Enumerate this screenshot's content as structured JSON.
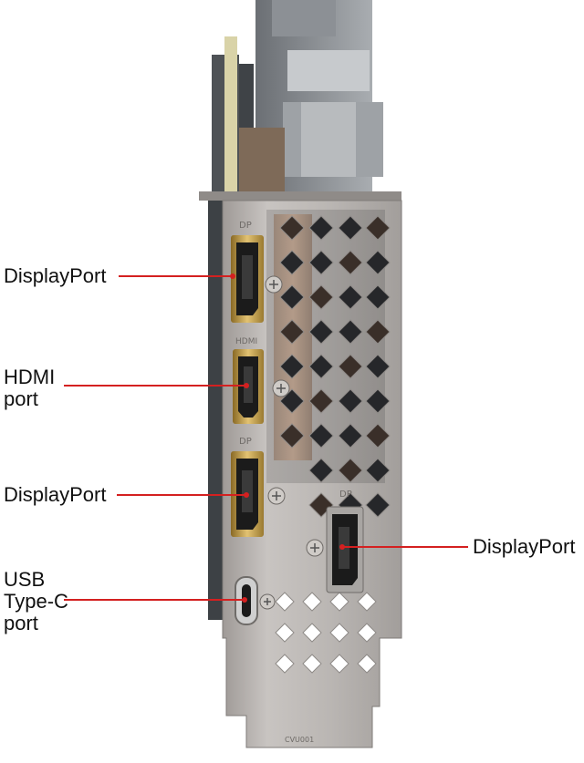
{
  "callouts": [
    {
      "id": "dp1",
      "lines": [
        "DisplayPort"
      ]
    },
    {
      "id": "hdmi",
      "lines": [
        "HDMI",
        "port"
      ]
    },
    {
      "id": "dp2",
      "lines": [
        "DisplayPort"
      ]
    },
    {
      "id": "usbc",
      "lines": [
        "USB",
        "Type-C",
        "port"
      ]
    },
    {
      "id": "dp3",
      "lines": [
        "DisplayPort"
      ]
    }
  ],
  "bracket_markings": {
    "dp_top": "DP",
    "hdmi": "HDMI",
    "dp_mid": "DP",
    "dp_right": "DP",
    "bracket_code": "CVU001"
  },
  "colors": {
    "leader_line": "#d42020",
    "label_text": "#111111",
    "bracket_metal": "#b9b5b2",
    "gold_port": "#c9a54b"
  }
}
